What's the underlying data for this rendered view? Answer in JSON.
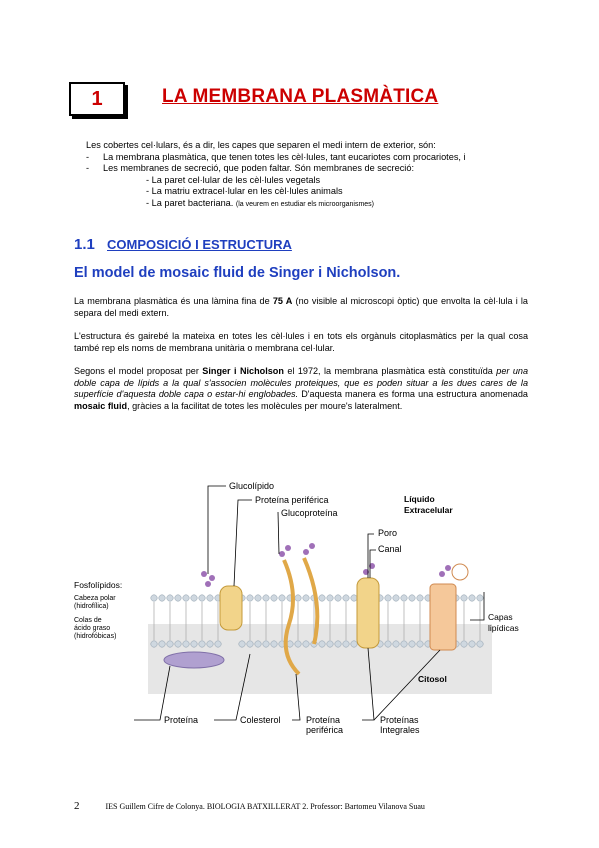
{
  "chapter": {
    "number": "1",
    "title": "LA MEMBRANA PLASMÀTICA"
  },
  "intro": {
    "line": "Les cobertes cel·lulars, és a dir, les capes que separen el medi intern de exterior, són:",
    "bullet1": "La membrana plasmàtica, que tenen totes les cèl·lules, tant eucariotes com procariotes, i",
    "bullet2": "Les membranes de secreció, que poden faltar. Són membranes de secreció:",
    "sub1": "- La paret cel·lular de les cèl·lules vegetals",
    "sub2": "- La matriu extracel·lular en les cèl·lules animals",
    "sub3": "- La paret bacteriana.",
    "sub3_note": "(la veurem en estudiar els microorganismes)"
  },
  "section": {
    "number": "1.1",
    "title": "COMPOSICIÓ I ESTRUCTURA"
  },
  "subsection": {
    "title": "El model de mosaic fluid de Singer i Nicholson."
  },
  "p1": {
    "a": "La membrana plasmàtica és una làmina fina de ",
    "b": "75 A",
    "c": " (no visible al microscopi òptic) que envolta la cèl·lula i la separa del medi extern."
  },
  "p2": {
    "text": "L'estructura és gairebé la mateixa en totes les cèl·lules i en tots els orgànuls citoplasmàtics per la qual cosa també rep els noms de membrana unitària o membrana cel·lular."
  },
  "p3": {
    "a": "Segons el model proposat per ",
    "b": "Singer i Nicholson",
    "c": " el 1972, la membrana plasmàtica està constituïda ",
    "d": "per una doble capa de lípids a la qual s'associen molècules proteiques, que es poden situar a les dues cares de la superfície d'aquesta doble capa o estar-hi englobades.",
    "e": " D'aquesta manera es forma una estructura anomenada ",
    "f": "mosaic fluid",
    "g": ", gràcies a la facilitat de totes les molècules per moure's lateralment."
  },
  "figure": {
    "labels": {
      "glucolipido": "Glucolípido",
      "proteina_periferica_top": "Proteína periférica",
      "glucoproteina": "Glucoproteína",
      "liquido": "Líquido",
      "extracelular": "Extracelular",
      "poro": "Poro",
      "canal": "Canal",
      "fosfolipidos": "Fosfolípidos:",
      "cabeza1": "Cabeza polar",
      "cabeza2": "(hidrofílica)",
      "colas1": "Colas de",
      "colas2": "ácido graso",
      "colas3": "(hidrofóbicas)",
      "capas1": "Capas",
      "capas2": "lipídicas",
      "citosol": "Citosol",
      "proteina": "Proteína",
      "colesterol": "Colesterol",
      "proteina_per1": "Proteína",
      "proteina_per2": "periférica",
      "proteinas_int1": "Proteínas",
      "proteinas_int2": "Integrales"
    }
  },
  "footer": {
    "page": "2",
    "text": "IES Guillem Cifre de Colonya.   BIOLOGIA BATXILLERAT 2.  Professor: Bartomeu Vilanova Suau"
  }
}
